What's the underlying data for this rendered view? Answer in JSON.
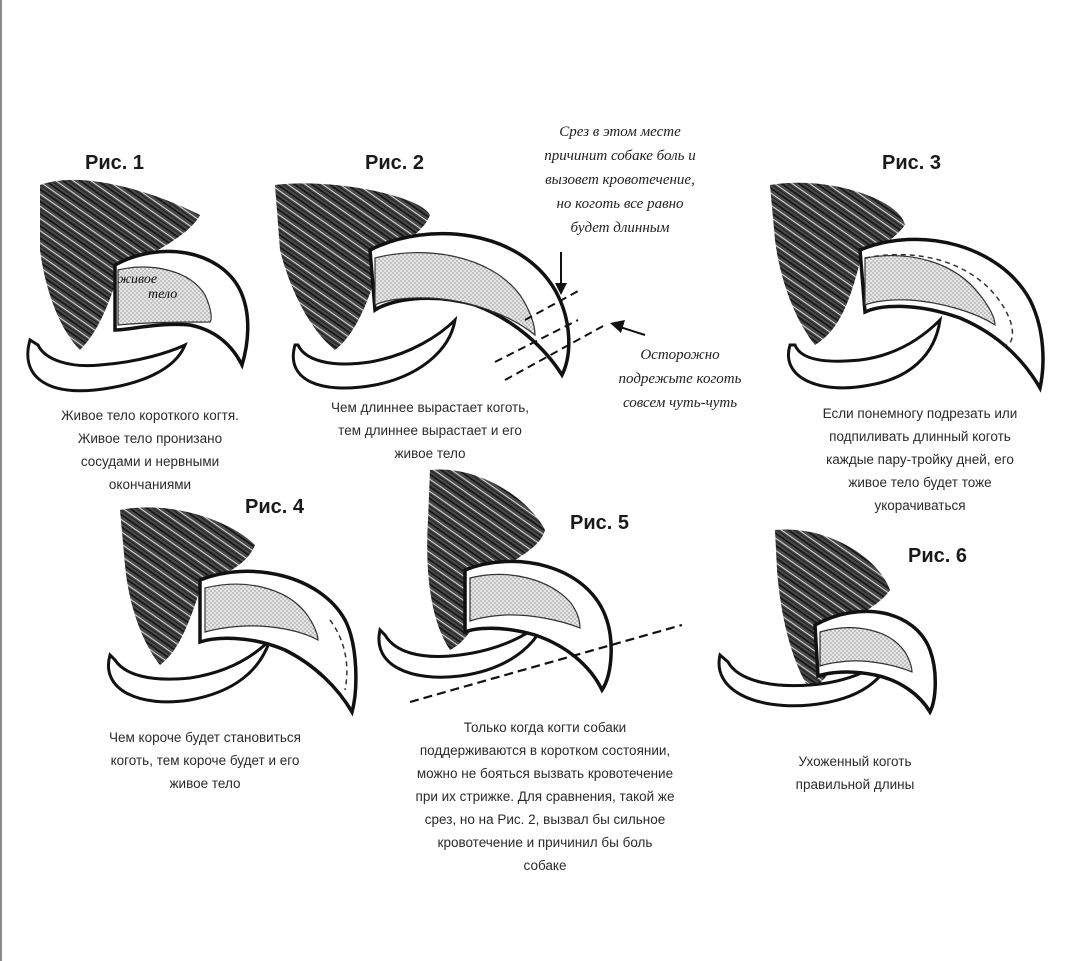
{
  "figures": [
    {
      "title": "Рис. 1",
      "label_line1": "живое",
      "label_line2": "тело",
      "caption": [
        "Живое тело короткого когтя.",
        "Живое тело пронизано",
        "сосудами и нервными",
        "окончаниями"
      ]
    },
    {
      "title": "Рис. 2",
      "caption": [
        "Чем длиннее вырастает коготь,",
        "тем длиннее вырастает и его",
        "живое тело"
      ]
    },
    {
      "title": "Рис. 3",
      "caption": [
        "Если понемногу подрезать или",
        "подпиливать длинный коготь",
        "каждые пару-тройку дней, его",
        "живое тело будет тоже",
        "укорачиваться"
      ]
    },
    {
      "title": "Рис. 4",
      "caption": [
        "Чем короче будет становиться",
        "коготь, тем короче будет и его",
        "живое тело"
      ]
    },
    {
      "title": "Рис. 5",
      "caption": [
        "Только когда когти собаки",
        "поддерживаются в коротком состоянии,",
        "можно не бояться вызвать кровотечение",
        "при их стрижке. Для сравнения, такой же",
        "срез, но на Рис. 2, вызвал бы сильное",
        "кровотечение и причинил бы боль",
        "собаке"
      ]
    },
    {
      "title": "Рис. 6",
      "caption": [
        "Ухоженный коготь",
        "правильной длины"
      ]
    }
  ],
  "notes": {
    "warning": [
      "Срез в этом месте",
      "причинит собаке боль и",
      "вызовет кровотечение,",
      "но коготь все равно",
      "будет длинным"
    ],
    "careful": [
      "Осторожно",
      "подрежьте коготь",
      "совсем чуть-чуть"
    ]
  }
}
